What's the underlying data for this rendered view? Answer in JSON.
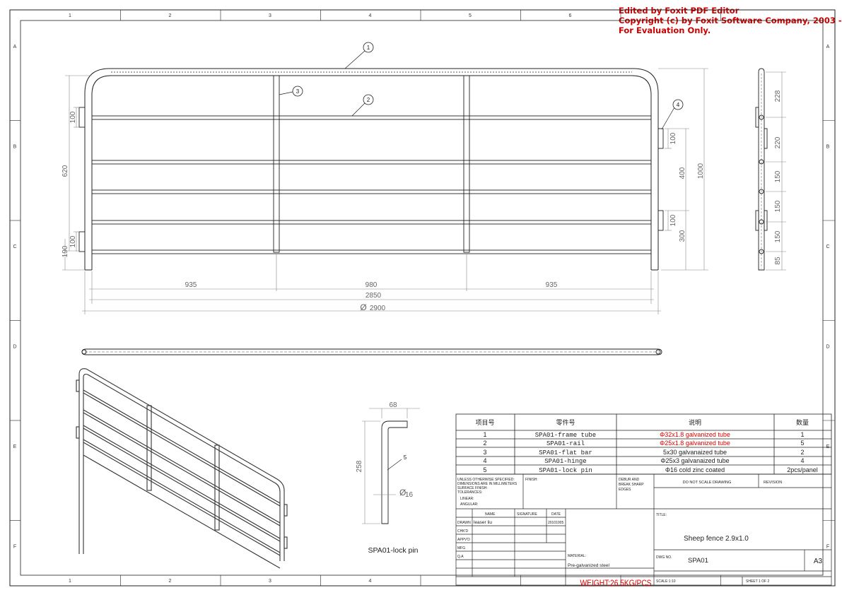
{
  "watermark": {
    "line1": "Edited by Foxit PDF Editor",
    "line2": "Copyright (c) by Foxit Software Company, 2003 - 2009",
    "line3": "For Evaluation Only."
  },
  "grid": {
    "columns": [
      "1",
      "2",
      "3",
      "4",
      "5",
      "6"
    ],
    "columns_bottom": [
      "1",
      "2",
      "3",
      "4"
    ],
    "rows": [
      "A",
      "B",
      "C",
      "D",
      "E",
      "F"
    ]
  },
  "callouts": [
    "1",
    "2",
    "3",
    "4",
    "5"
  ],
  "dimensions": {
    "left_620": "620",
    "left_100_top": "100",
    "left_100_bottom": "100",
    "left_190": "190",
    "bottom_935_left": "935",
    "bottom_980": "980",
    "bottom_935_right": "935",
    "bottom_2850": "2850",
    "bottom_2900": "2900",
    "right_100_top": "100",
    "right_400": "400",
    "right_100_bottom": "100",
    "right_300": "300",
    "right_1000": "1000",
    "side": [
      "228",
      "220",
      "150",
      "150",
      "150",
      "85"
    ],
    "pin_68": "68",
    "pin_258": "258",
    "pin_16": "16"
  },
  "pin_label": "SPA01-lock pin",
  "bom": {
    "headers": [
      "项目号",
      "零件号",
      "说明",
      "数量"
    ],
    "rows": [
      {
        "item": "1",
        "part": "SPA01-frame tube",
        "desc": "Φ32x1.8 galvanized tube",
        "qty": "1",
        "red": true
      },
      {
        "item": "2",
        "part": "SPA01-rail",
        "desc": "Φ25x1.8 galvanized tube",
        "qty": "5",
        "red": true
      },
      {
        "item": "3",
        "part": "SPA01-flat bar",
        "desc": "5x30 galvanaized tube",
        "qty": "2",
        "red": false
      },
      {
        "item": "4",
        "part": "SPA01-hinge",
        "desc": "Φ25x3 galvanaized tube",
        "qty": "4",
        "red": false
      },
      {
        "item": "5",
        "part": "SPA01-lock pin",
        "desc": "Φ16 cold zinc coated",
        "qty": "2pcs/panel",
        "red": false
      }
    ]
  },
  "title_block": {
    "unless_lines": [
      "UNLESS OTHERWISE SPECIFIED:",
      "DIMENSIONS ARE IN MILLIMETERS",
      "SURFACE FINISH:",
      "TOLERANCES:",
      "LINEAR:",
      "ANGULAR:"
    ],
    "finish": "FINISH:",
    "debur_lines": [
      "DEBUR AND",
      "BREAK SHARP",
      "EDGES"
    ],
    "do_not_scale": "DO NOT SCALE DRAWING",
    "revision": "REVISION",
    "col_name": "NAME",
    "col_signature": "SIGNATURE",
    "col_date": "DATE",
    "roles": [
      "DRAWN",
      "CHK'D",
      "APPV'D",
      "MFG",
      "Q.A"
    ],
    "drawn_name": "leaser liu",
    "drawn_date": "20101005",
    "title_label": "TITLE:",
    "title": "Sheep fence 2.9x1.0",
    "material_label": "MATERIAL:",
    "material": "Pre-galvanized steel",
    "dwg_label": "DWG NO.",
    "dwg_no": "SPA01",
    "size": "A3",
    "weight": "WEIGHT:26.5KG/PCS",
    "scale": "SCALE:1:10",
    "sheet": "SHEET 1 OF 2"
  },
  "colors": {
    "line": "#222222",
    "dim": "#777777",
    "red": "#dd0000"
  }
}
